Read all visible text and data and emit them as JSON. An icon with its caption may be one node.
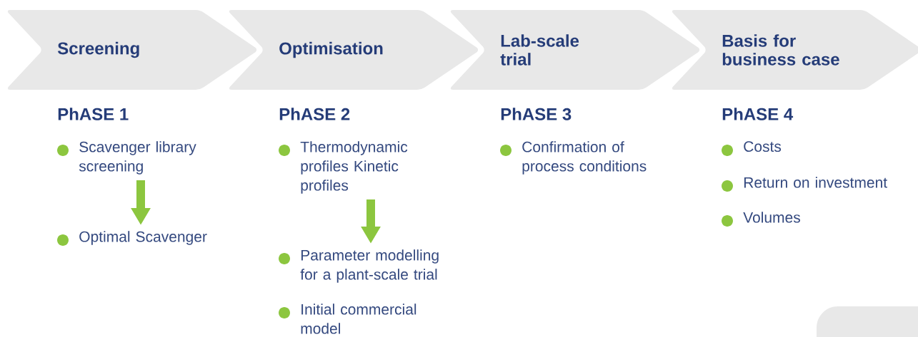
{
  "diagram": {
    "nodes": [
      {
        "text": [
          "Screening"
        ]
      },
      {
        "text": [
          "Optimisation"
        ]
      },
      {
        "text": [
          "Lab-scale trial"
        ]
      },
      {
        "text": [
          "Basis for business case"
        ]
      },
      {
        "text": [
          "Scavenger library screening"
        ]
      },
      {
        "text": [
          "Optimal Scavenger"
        ]
      },
      {
        "text": [
          "Thermodynamic profiles Kinetic profiles"
        ]
      },
      {
        "text": [
          "Parameter modelling for a plant-scale trial"
        ]
      }
    ],
    "edges": [
      {
        "from": 4,
        "to": 5,
        "arrow": "to"
      },
      {
        "from": 6,
        "to": 7,
        "arrow": "to"
      }
    ],
    "labels": [
      "PhASE 1",
      "PhASE 2",
      "Initial commercial model",
      "PhASE 3",
      "Confirmation of process conditions",
      "PhASE 4",
      "Costs",
      "Return on investment",
      "Volumes"
    ]
  }
}
